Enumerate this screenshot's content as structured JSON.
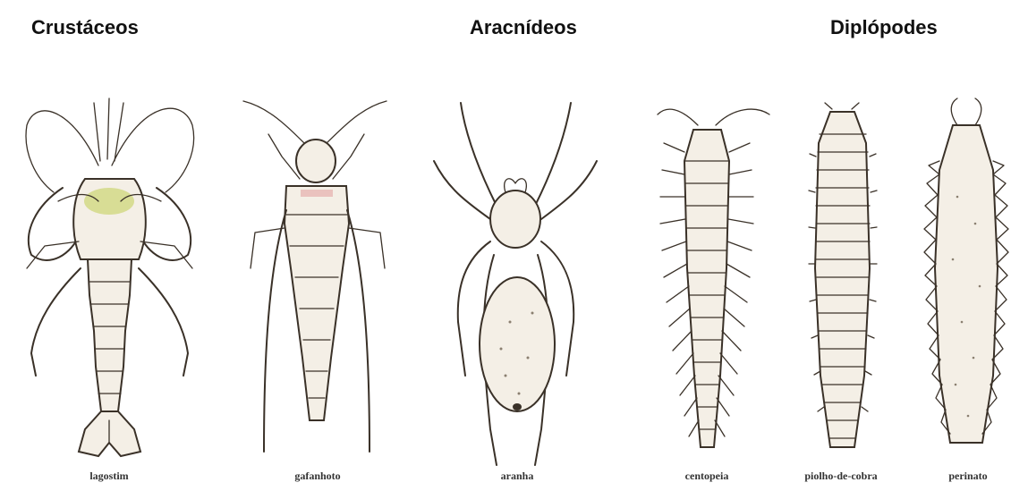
{
  "groups": {
    "crustaceos": "Crustáceos",
    "aracnideos": "Aracnídeos",
    "diplopodes": "Diplópodes"
  },
  "animals": {
    "lagostim": "lagostim",
    "gafanhoto": "gafanhoto",
    "aranha": "aranha",
    "centopeia": "centopeia",
    "piolho": "piolho-de-cobra",
    "perinato": "perinato"
  },
  "colors": {
    "ink": "#3a3128",
    "paper": "#f4efe6",
    "highlight": "#c9d36a"
  }
}
